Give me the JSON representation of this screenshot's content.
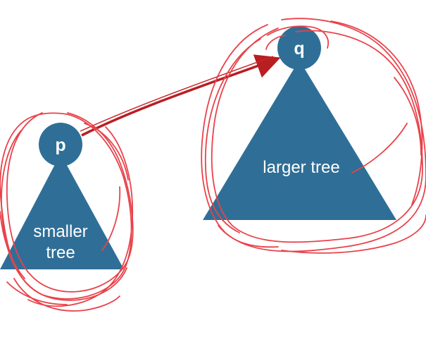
{
  "colors": {
    "tree_fill": "#2f6f97",
    "node_fill": "#2f6f97",
    "annotation_red": "#e8424a",
    "arrow": "#b81e22"
  },
  "small_tree": {
    "root_label": "p",
    "body_label_line1": "smaller",
    "body_label_line2": "tree"
  },
  "large_tree": {
    "root_label": "q",
    "body_label": "larger tree"
  }
}
